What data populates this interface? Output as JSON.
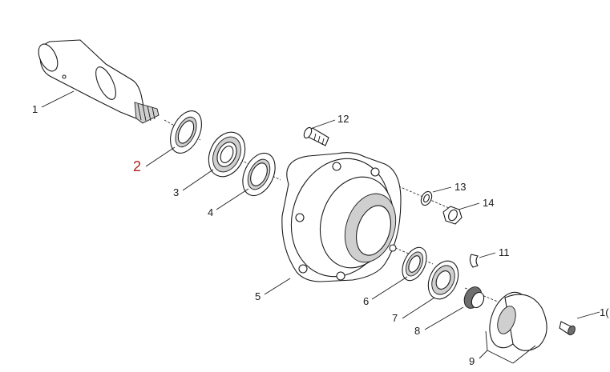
{
  "diagram": {
    "callouts": [
      {
        "id": "1",
        "label": "1"
      },
      {
        "id": "2",
        "label": "2",
        "highlight": true
      },
      {
        "id": "3",
        "label": "3"
      },
      {
        "id": "4",
        "label": "4"
      },
      {
        "id": "5",
        "label": "5"
      },
      {
        "id": "6",
        "label": "6"
      },
      {
        "id": "7",
        "label": "7"
      },
      {
        "id": "8",
        "label": "8"
      },
      {
        "id": "9",
        "label": "9"
      },
      {
        "id": "11",
        "label": "11"
      },
      {
        "id": "12",
        "label": "12"
      },
      {
        "id": "13",
        "label": "13"
      },
      {
        "id": "14",
        "label": "14"
      },
      {
        "id": "10",
        "label": "1("
      }
    ],
    "highlight_color": "#b22222",
    "line_color": "#1a1a1a"
  }
}
